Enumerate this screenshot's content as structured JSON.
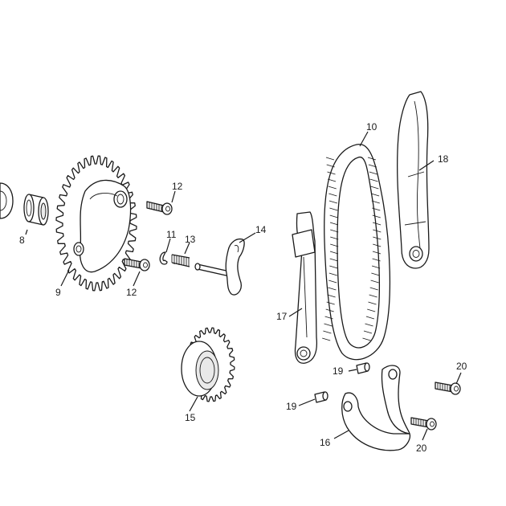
{
  "callouts": {
    "c8": "8",
    "c9": "9",
    "c10": "10",
    "c11": "11",
    "c12a": "12",
    "c12b": "12",
    "c13": "13",
    "c14": "14",
    "c15": "15",
    "c16": "16",
    "c17": "17",
    "c18": "18",
    "c19a": "19",
    "c19b": "19",
    "c20a": "20",
    "c20b": "20"
  },
  "colors": {
    "line": "#1a1a1a",
    "background": "#ffffff"
  }
}
